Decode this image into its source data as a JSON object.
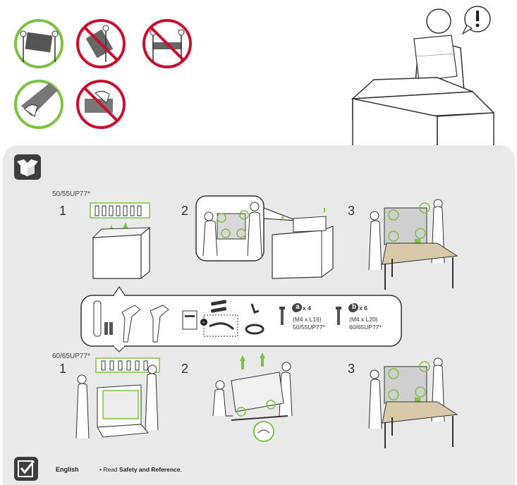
{
  "colors": {
    "accent_green": "#7dc242",
    "prohibit_red": "#c8102e",
    "panel_gray": "#e9e9e9"
  },
  "sections": {
    "model_small": "50/55UP77*",
    "model_large": "60/65UP77*",
    "steps": [
      "1",
      "2",
      "3"
    ]
  },
  "parts": {
    "screw_a": {
      "letter": "a",
      "qty": "x 4",
      "spec": "(M4 x L16)",
      "models": "50/55UP77*"
    },
    "screw_b": {
      "letter": "b",
      "qty": "x 6",
      "spec": "(M4 x L20)",
      "models": "60/65UP77*"
    }
  },
  "footer": {
    "language": "English",
    "note_prefix": "• Read ",
    "note_bold": "Safety and Reference",
    "note_suffix": "."
  },
  "icons": [
    "warning-exclamation-icon",
    "unboxing-icon",
    "checklist-icon"
  ]
}
